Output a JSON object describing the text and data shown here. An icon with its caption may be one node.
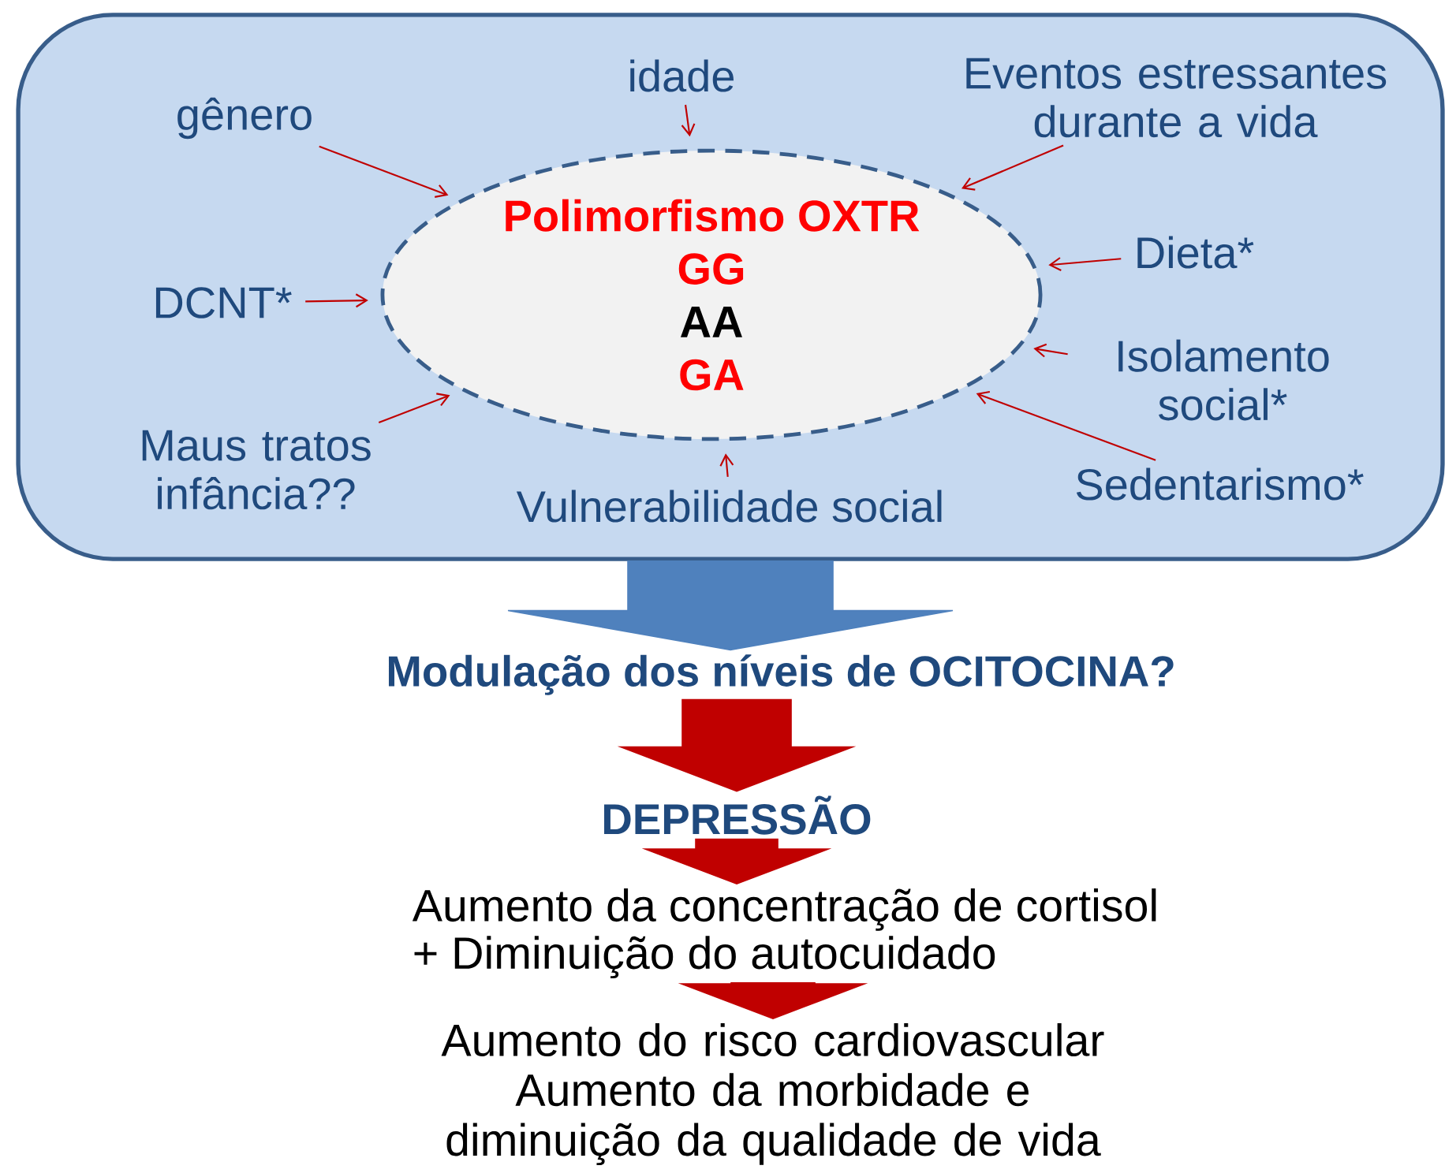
{
  "diagram": {
    "nodes": [
      {
        "text": [],
        "shape": "box"
      },
      {
        "text": [
          "Polimorfismo OXTR",
          "GG",
          "AA",
          "GA"
        ],
        "in": 0
      },
      {
        "text": [
          "idade"
        ],
        "in": 0
      },
      {
        "text": [
          "Eventos estressantes durante a vida"
        ],
        "in": 0
      },
      {
        "text": [
          "gênero"
        ],
        "in": 0
      },
      {
        "text": [
          "Dieta*"
        ],
        "in": 0
      },
      {
        "text": [
          "DCNT*"
        ],
        "in": 0
      },
      {
        "text": [
          "Isolamento social*"
        ],
        "in": 0
      },
      {
        "text": [
          "Maus tratos infância??"
        ],
        "in": 0
      },
      {
        "text": [
          "Sedentarismo*"
        ],
        "in": 0
      },
      {
        "text": [
          "Vulnerabilidade social"
        ],
        "in": 0
      },
      {
        "text": [
          "Modulação dos níveis de OCITOCINA?"
        ]
      },
      {
        "text": [
          "DEPRESSÃO"
        ]
      },
      {
        "text": [
          "Aumento da concentração de cortisol",
          "+ Diminuição do autocuidado"
        ]
      },
      {
        "text": [
          "Aumento do risco cardiovascular",
          "Aumento da morbidade e diminuição da qualidade de vida"
        ]
      }
    ],
    "edges": [
      {
        "from": 2,
        "to": 1,
        "arrow": "to",
        "color": "#c00000"
      },
      {
        "from": 3,
        "to": 1,
        "arrow": "to",
        "color": "#c00000"
      },
      {
        "from": 4,
        "to": 1,
        "arrow": "to",
        "color": "#c00000"
      },
      {
        "from": 5,
        "to": 1,
        "arrow": "to",
        "color": "#c00000"
      },
      {
        "from": 6,
        "to": 1,
        "arrow": "to",
        "color": "#c00000"
      },
      {
        "from": 7,
        "to": 1,
        "arrow": "to",
        "color": "#c00000"
      },
      {
        "from": 8,
        "to": 1,
        "arrow": "to",
        "color": "#c00000"
      },
      {
        "from": 9,
        "to": 1,
        "arrow": "to",
        "color": "#c00000"
      },
      {
        "from": 10,
        "to": 1,
        "arrow": "to",
        "color": "#c00000"
      },
      {
        "from": 0,
        "to": 11,
        "arrow": "to",
        "style": "thick",
        "color": "#4f81bd"
      },
      {
        "from": 11,
        "to": 12,
        "arrow": "to",
        "style": "thick",
        "color": "#c00000"
      },
      {
        "from": 12,
        "to": 13,
        "arrow": "to",
        "style": "thick",
        "color": "#c00000"
      },
      {
        "from": 13,
        "to": 14,
        "arrow": "to",
        "style": "thick",
        "color": "#c00000"
      }
    ]
  }
}
